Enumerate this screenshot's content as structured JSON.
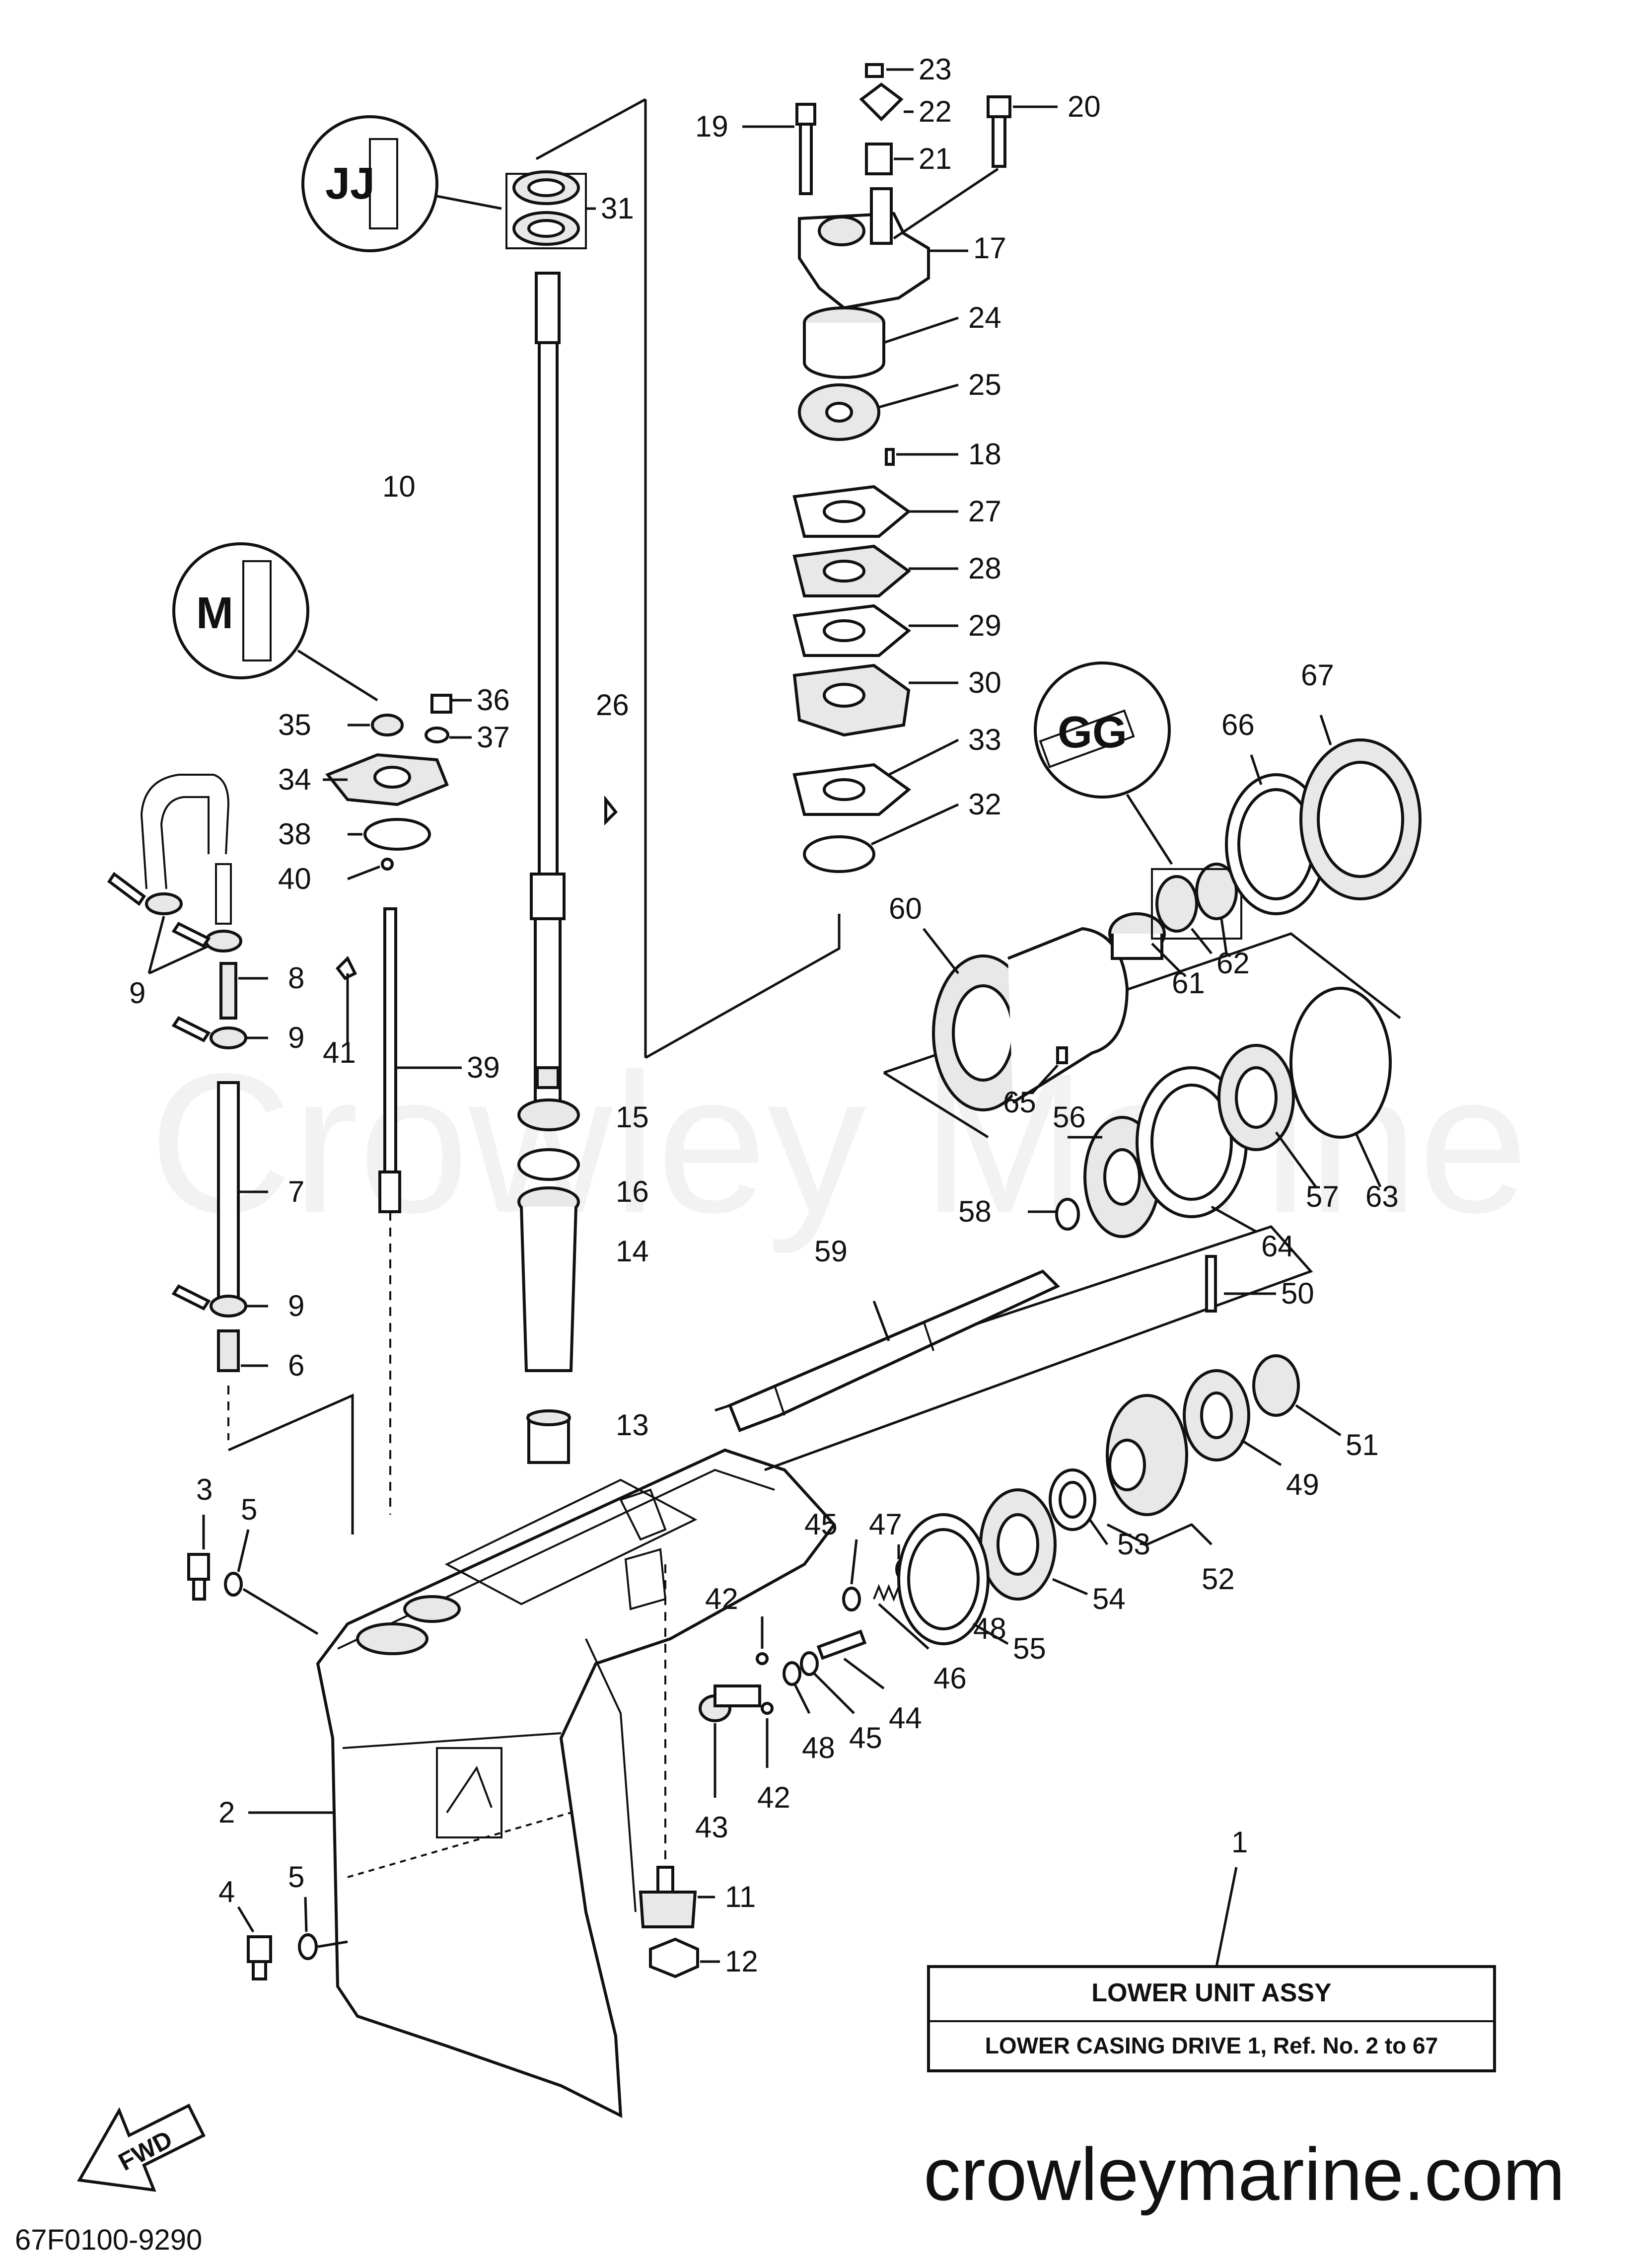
{
  "watermark": "Crowley Marine",
  "site_url": "crowleymarine.com",
  "diagram_code": "67F0100-9290",
  "fwd_label": "FWD",
  "assembly_box": {
    "title": "LOWER  UNIT  ASSY",
    "subtitle": "LOWER CASING DRIVE 1, Ref.  No.  2  to  67"
  },
  "callouts": {
    "c1": "1",
    "c2": "2",
    "c3": "3",
    "c4": "4",
    "c5a": "5",
    "c5b": "5",
    "c6": "6",
    "c7": "7",
    "c8": "8",
    "c9a": "9",
    "c9b": "9",
    "c9c": "9",
    "c10": "10",
    "c11": "11",
    "c12": "12",
    "c13": "13",
    "c14": "14",
    "c15": "15",
    "c16": "16",
    "c17": "17",
    "c18": "18",
    "c19": "19",
    "c20": "20",
    "c21": "21",
    "c22": "22",
    "c23": "23",
    "c24": "24",
    "c25": "25",
    "c26": "26",
    "c27": "27",
    "c28": "28",
    "c29": "29",
    "c30": "30",
    "c31": "31",
    "c32": "32",
    "c33": "33",
    "c34": "34",
    "c35": "35",
    "c36": "36",
    "c37": "37",
    "c38": "38",
    "c39": "39",
    "c40": "40",
    "c41": "41",
    "c42a": "42",
    "c42b": "42",
    "c43": "43",
    "c44": "44",
    "c45a": "45",
    "c45b": "45",
    "c46": "46",
    "c47": "47",
    "c48a": "48",
    "c48b": "48",
    "c49": "49",
    "c50": "50",
    "c51": "51",
    "c52": "52",
    "c53": "53",
    "c54": "54",
    "c55": "55",
    "c56": "56",
    "c57": "57",
    "c58": "58",
    "c59": "59",
    "c60": "60",
    "c61": "61",
    "c62": "62",
    "c63": "63",
    "c64": "64",
    "c65": "65",
    "c66": "66",
    "c67": "67"
  }
}
